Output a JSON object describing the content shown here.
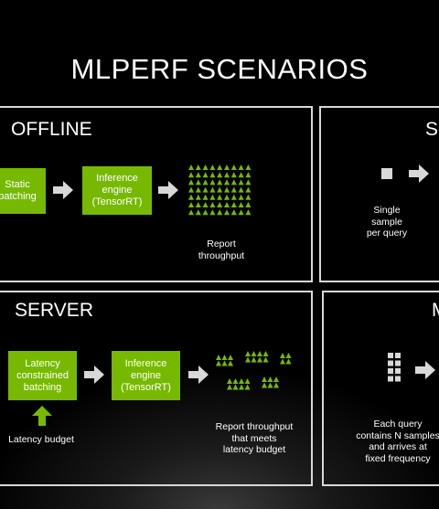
{
  "title": "MLPERF SCENARIOS",
  "panels": {
    "offline": {
      "title": "OFFLINE",
      "batching_label": "Static\nbatching",
      "engine_label": "Inference\nengine\n(TensorRT)",
      "caption": "Report\nthroughput"
    },
    "single": {
      "title": "SI",
      "caption": "Single\nsample\nper query"
    },
    "server": {
      "title": "SERVER",
      "batching_label": "Latency\nconstrained\nbatching",
      "engine_label": "Inference\nengine\n(TensorRT)",
      "budget_label": "Latency budget",
      "caption": "Report throughput\nthat meets\nlatency budget"
    },
    "multi": {
      "title": "M",
      "caption": "Each query\ncontains N samples\nand arrives at\nfixed frequency"
    }
  },
  "colors": {
    "accent_green": "#76b900",
    "border": "#d8d8d8",
    "arrow": "#d8d8d8"
  },
  "icons": [
    "right-arrow-icon",
    "up-arrow-icon",
    "triangle-sample-icon",
    "square-sample-icon"
  ]
}
